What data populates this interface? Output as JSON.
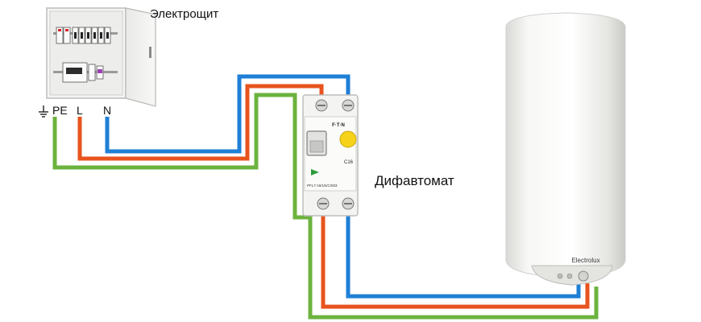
{
  "labels": {
    "panel": "Электрощит",
    "breaker": "Дифавтомат",
    "terminal_pe": "PE",
    "terminal_l": "L",
    "terminal_n": "N"
  },
  "breaker_face": {
    "brand": "F·T·N",
    "rating": "C16",
    "model": "PFL7-16/1N/C/003"
  },
  "heater": {
    "brand": "Electrolux"
  },
  "colors": {
    "phase_wire": "#e8531e",
    "neutral_wire": "#1f7fd6",
    "earth_wire": "#6cb33e",
    "test_button": "#f6d21a",
    "heater_body": "#f3f3f1"
  },
  "icons": {
    "ground": "ground-symbol-icon"
  }
}
